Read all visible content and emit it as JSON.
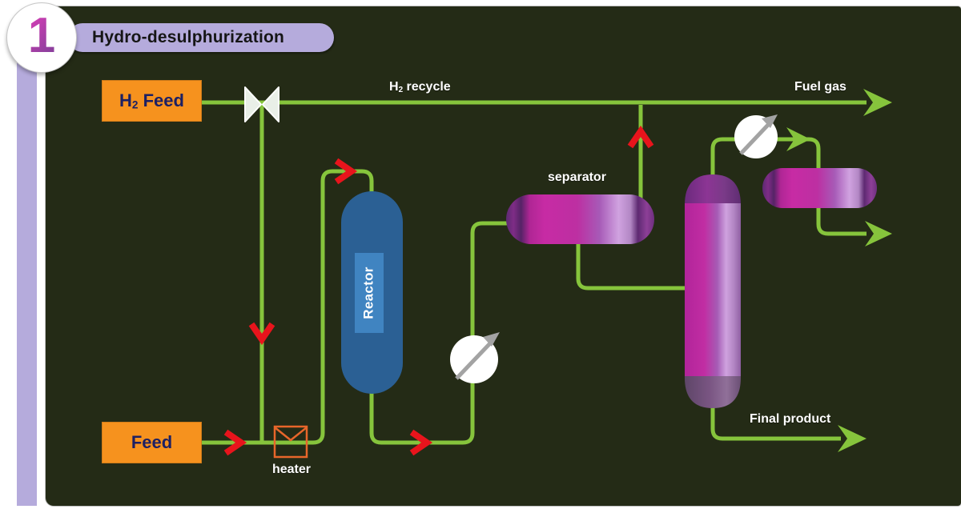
{
  "page": {
    "step_number": "1",
    "title": "Hydro-desulphurization"
  },
  "labels": {
    "h2_feed": {
      "base": "H",
      "sub": "2",
      "rest": " Feed"
    },
    "feed": "Feed",
    "h2_recycle": {
      "base": "H",
      "sub": "2",
      "rest": " recycle"
    },
    "fuel_gas": "Fuel gas",
    "separator": "separator",
    "heater": "heater",
    "reactor": "Reactor",
    "final_product": "Final product"
  },
  "icons": {
    "valve": "bowtie-valve-icon",
    "heater": "envelope-square-heater-icon",
    "pump": "circle-diagonal-arrow-pump-icon",
    "flow_arrow_red": "red-chevron-arrow",
    "flow_arrow_green": "green-arrowhead"
  },
  "colors": {
    "panel_bg": "#242b16",
    "pipe_green": "#86c43c",
    "arrow_red": "#e8141c",
    "box_orange": "#f6921e",
    "box_text": "#1d2063",
    "reactor_blue": "#2b6094",
    "reactor_label_blue": "#4084c1",
    "vessel_magenta": "#c02da1",
    "vessel_dark_purple": "#5f2576",
    "vessel_lilac": "#d2a3e1",
    "accent_lavender": "#b5abdc",
    "number_purple": "#a23a9e"
  }
}
